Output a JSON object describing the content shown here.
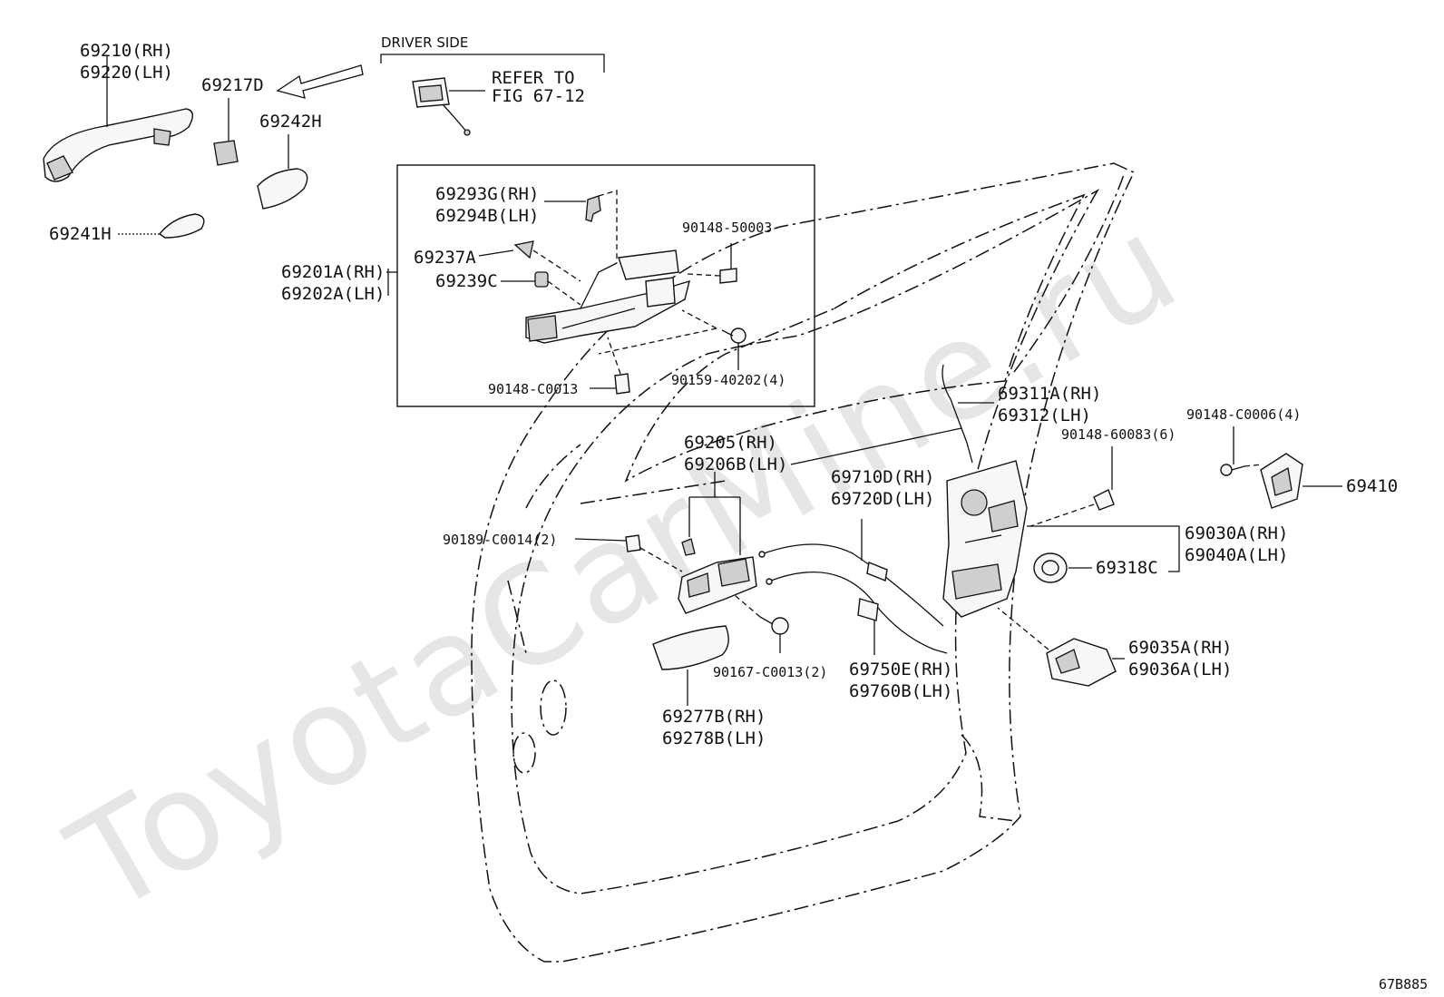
{
  "watermark": "ToyotaCarMine.ru",
  "figure_code": "67B885",
  "driver_side": {
    "heading": "DRIVER SIDE",
    "refer_line1": "REFER TO",
    "refer_line2": "FIG 67-12"
  },
  "labels": {
    "p69210": "69210(RH)",
    "p69220": "69220(LH)",
    "p69217D": "69217D",
    "p69242H": "69242H",
    "p69241H": "69241H",
    "p69293G": "69293G(RH)",
    "p69294B": "69294B(LH)",
    "p69237A": "69237A",
    "p69239C": "69239C",
    "p69201A": "69201A(RH)",
    "p69202A": "69202A(LH)",
    "p90148_50003": "90148-50003",
    "p90148_C0013": "90148-C0013",
    "p90159_40202": "90159-40202(4)",
    "p69311A": "69311A(RH)",
    "p69312": "69312(LH)",
    "p90148_C0006": "90148-C0006(4)",
    "p90148_60083": "90148-60083(6)",
    "p69410": "69410",
    "p69205": "69205(RH)",
    "p69206B": "69206B(LH)",
    "p69710D": "69710D(RH)",
    "p69720D": "69720D(LH)",
    "p90189_C0014": "90189-C0014(2)",
    "p69030A": "69030A(RH)",
    "p69040A": "69040A(LH)",
    "p69318C": "69318C",
    "p69035A": "69035A(RH)",
    "p69036A": "69036A(LH)",
    "p90167_C0013": "90167-C0013(2)",
    "p69750E": "69750E(RH)",
    "p69760B": "69760B(LH)",
    "p69277B": "69277B(RH)",
    "p69278B": "69278B(LH)"
  }
}
